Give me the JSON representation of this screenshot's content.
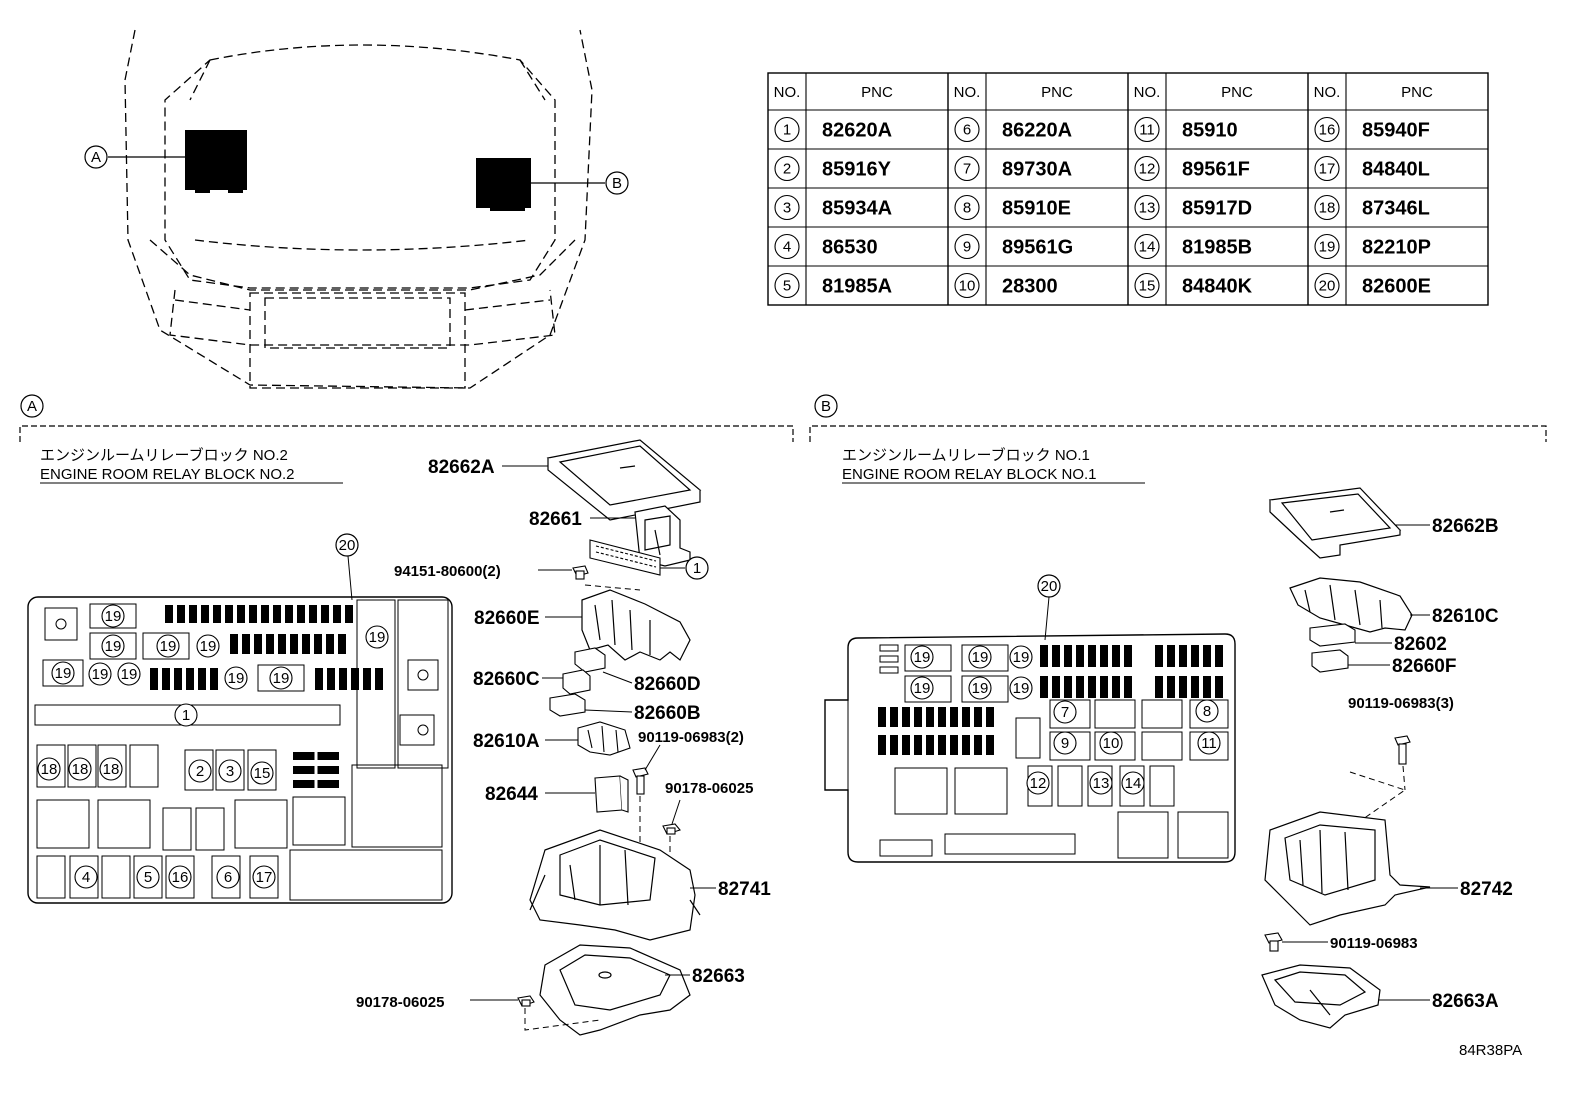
{
  "pnc_table": {
    "header_no": "NO.",
    "header_pnc": "PNC",
    "rows": [
      [
        {
          "no": "1",
          "pnc": "82620A"
        },
        {
          "no": "6",
          "pnc": "86220A"
        },
        {
          "no": "11",
          "pnc": "85910"
        },
        {
          "no": "16",
          "pnc": "85940F"
        }
      ],
      [
        {
          "no": "2",
          "pnc": "85916Y"
        },
        {
          "no": "7",
          "pnc": "89730A"
        },
        {
          "no": "12",
          "pnc": "89561F"
        },
        {
          "no": "17",
          "pnc": "84840L"
        }
      ],
      [
        {
          "no": "3",
          "pnc": "85934A"
        },
        {
          "no": "8",
          "pnc": "85910E"
        },
        {
          "no": "13",
          "pnc": "85917D"
        },
        {
          "no": "18",
          "pnc": "87346L"
        }
      ],
      [
        {
          "no": "4",
          "pnc": "86530"
        },
        {
          "no": "9",
          "pnc": "89561G"
        },
        {
          "no": "14",
          "pnc": "81985B"
        },
        {
          "no": "19",
          "pnc": "82210P"
        }
      ],
      [
        {
          "no": "5",
          "pnc": "81985A"
        },
        {
          "no": "10",
          "pnc": "28300"
        },
        {
          "no": "15",
          "pnc": "84840K"
        },
        {
          "no": "20",
          "pnc": "82600E"
        }
      ]
    ]
  },
  "overview": {
    "marker_a": "A",
    "marker_b": "B"
  },
  "section_a": {
    "marker": "A",
    "title_jp": "エンジンルームリレーブロック NO.2",
    "title_en": "ENGINE ROOM RELAY BLOCK NO.2",
    "parts": {
      "p82662A": "82662A",
      "p82661": "82661",
      "p94151": "94151-80600(2)",
      "p1": "1",
      "p82660E": "82660E",
      "p82660C": "82660C",
      "p82660D": "82660D",
      "p82660B": "82660B",
      "p82610A": "82610A",
      "p90119_2": "90119-06983(2)",
      "p82644": "82644",
      "p90178a": "90178-06025",
      "p82741": "82741",
      "p82663": "82663",
      "p90178b": "90178-06025"
    },
    "callout_20": "20"
  },
  "section_b": {
    "marker": "B",
    "title_jp": "エンジンルームリレーブロック NO.1",
    "title_en": "ENGINE ROOM RELAY BLOCK NO.1",
    "parts": {
      "p82662B": "82662B",
      "p82610C": "82610C",
      "p82602": "82602",
      "p82660F": "82660F",
      "p90119_3": "90119-06983(3)",
      "p82742": "82742",
      "p90119": "90119-06983",
      "p82663A": "82663A"
    },
    "callout_20": "20"
  },
  "figure_code": "84R38PA"
}
